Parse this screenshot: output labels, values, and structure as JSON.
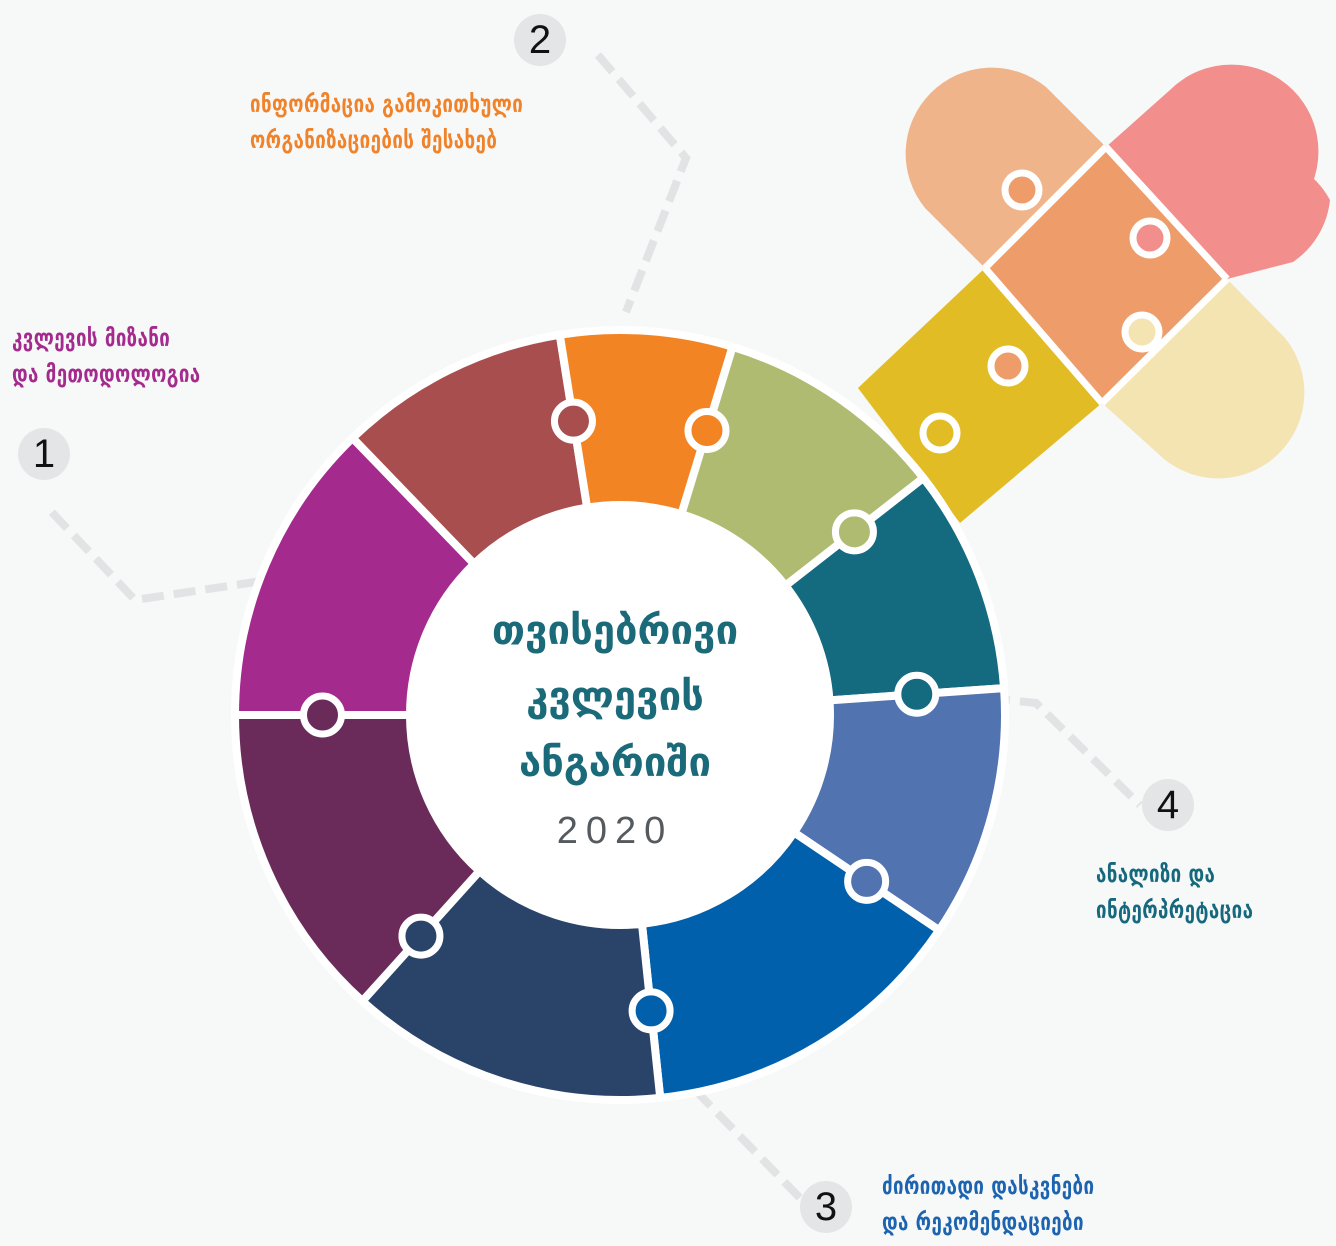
{
  "center": {
    "title_lines": [
      "თვისებრივი",
      "კვლევის",
      "ანგარიში"
    ],
    "year": "2020"
  },
  "steps": [
    {
      "number": "1",
      "lines": [
        "კვლევის მიზანი",
        "და მეთოდოლოგია"
      ],
      "color": "#a42a8e"
    },
    {
      "number": "2",
      "lines": [
        "ინფორმაცია გამოკითხული",
        "ორგანიზაციების შესახებ"
      ],
      "color": "#f0822a"
    },
    {
      "number": "3",
      "lines": [
        "ძირითადი დასკვნები",
        "და რეკომენდაციები"
      ],
      "color": "#1c63b0"
    },
    {
      "number": "4",
      "lines": [
        "ანალიზი და",
        "ინტერპრეტაცია"
      ],
      "color": "#15687d"
    }
  ],
  "ring_colors": [
    "#a94e4f",
    "#f28424",
    "#b0bb72",
    "#146a7f",
    "#5173af",
    "#0060ac",
    "#2a4368",
    "#6a2b5b",
    "#a42a8e"
  ],
  "cross_colors": {
    "top_left": "#f0b48b",
    "top_right": "#f28e8c",
    "center": "#ee9c69",
    "bottom_right": "#f3e4b1",
    "bottom_left": "#e2bc25"
  }
}
